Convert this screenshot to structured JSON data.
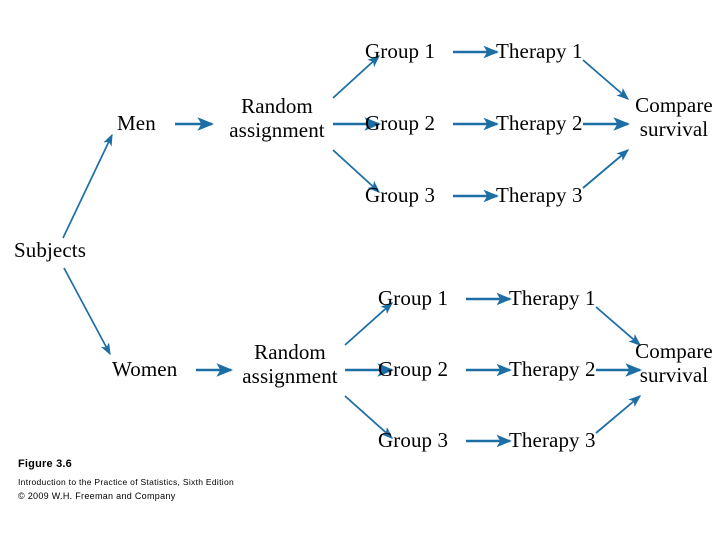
{
  "figure": {
    "caption_title": "Figure 3.6",
    "caption_book": "Introduction to the Practice of Statistics, Sixth Edition",
    "caption_copyright": "© 2009 W.H. Freeman and Company"
  },
  "colors": {
    "arrow_blue": "#1C6EA4",
    "text_black": "#000000",
    "background": "#ffffff"
  },
  "diagram": {
    "type": "flowchart",
    "root": "Subjects",
    "nodes": {
      "subjects": "Subjects",
      "men": "Men",
      "women": "Women",
      "random_assignment_top_line1": "Random",
      "random_assignment_top_line2": "assignment",
      "random_assignment_bottom_line1": "Random",
      "random_assignment_bottom_line2": "assignment",
      "top_group_1": "Group 1",
      "top_group_2": "Group 2",
      "top_group_3": "Group 3",
      "top_therapy_1": "Therapy 1",
      "top_therapy_2": "Therapy 2",
      "top_therapy_3": "Therapy 3",
      "bottom_group_1": "Group 1",
      "bottom_group_2": "Group 2",
      "bottom_group_3": "Group 3",
      "bottom_therapy_1": "Therapy 1",
      "bottom_therapy_2": "Therapy 2",
      "bottom_therapy_3": "Therapy 3",
      "compare_top_line1": "Compare",
      "compare_top_line2": "survival",
      "compare_bottom_line1": "Compare",
      "compare_bottom_line2": "survival"
    },
    "edges": [
      "Subjects -> Men",
      "Subjects -> Women",
      "Men -> Random assignment",
      "Women -> Random assignment",
      "Random assignment -> Group 1",
      "Random assignment -> Group 2",
      "Random assignment -> Group 3",
      "Group 1 -> Therapy 1",
      "Group 2 -> Therapy 2",
      "Group 3 -> Therapy 3",
      "Therapy 1 -> Compare survival",
      "Therapy 2 -> Compare survival",
      "Therapy 3 -> Compare survival"
    ]
  }
}
